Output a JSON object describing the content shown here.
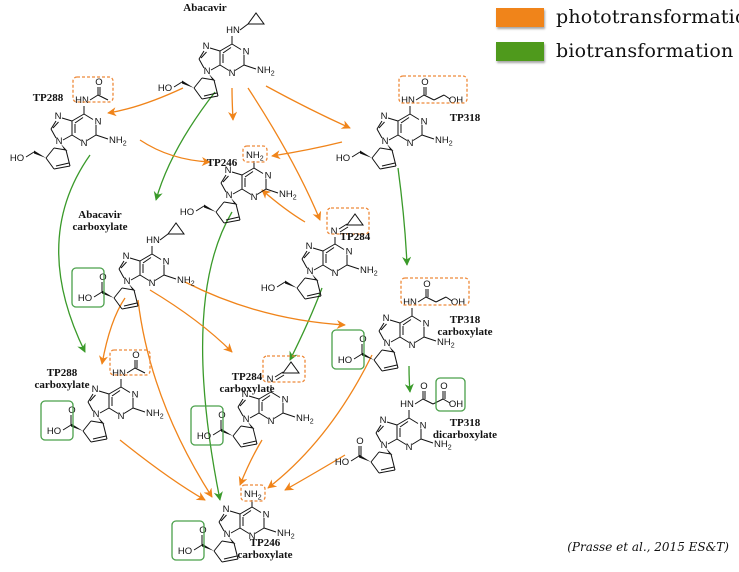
{
  "legend": {
    "items": [
      {
        "label": "phototransformation",
        "color": "#f0841a"
      },
      {
        "label": "biotransformation",
        "color": "#4f9a1c"
      }
    ]
  },
  "citation": "(Prasse et al., 2015 ES&T)",
  "colors": {
    "photo": "#f0841a",
    "bio": "#3a9a2a",
    "photo_box": "#ee8a3a",
    "bio_box": "#4aa04a",
    "structure": "#111111"
  },
  "compounds": [
    {
      "id": "abacavir",
      "name_lines": [
        "Abacavir"
      ],
      "n6_group": "cyclopropylamino",
      "side": "hydroxymethyl",
      "highlight_n6": "none",
      "highlight_side": "none"
    },
    {
      "id": "tp288",
      "name_lines": [
        "TP288"
      ],
      "n6_group": "acetamido",
      "side": "hydroxymethyl",
      "highlight_n6": "photo",
      "highlight_side": "none"
    },
    {
      "id": "tp246",
      "name_lines": [
        "TP246"
      ],
      "n6_group": "amino",
      "side": "hydroxymethyl",
      "highlight_n6": "photo",
      "highlight_side": "none"
    },
    {
      "id": "tp318",
      "name_lines": [
        "TP318"
      ],
      "n6_group": "hydroxypropanamido",
      "side": "hydroxymethyl",
      "highlight_n6": "photo",
      "highlight_side": "none"
    },
    {
      "id": "abacavir-carboxylate",
      "name_lines": [
        "Abacavir",
        "carboxylate"
      ],
      "n6_group": "cyclopropylamino",
      "side": "carboxyl",
      "highlight_n6": "none",
      "highlight_side": "bio"
    },
    {
      "id": "tp284",
      "name_lines": [
        "TP284"
      ],
      "n6_group": "cyclopropylidene-imine",
      "side": "hydroxymethyl",
      "highlight_n6": "photo",
      "highlight_side": "none"
    },
    {
      "id": "tp318-carboxylate",
      "name_lines": [
        "TP318",
        "carboxylate"
      ],
      "n6_group": "hydroxypropanamido",
      "side": "carboxyl",
      "highlight_n6": "photo",
      "highlight_side": "bio"
    },
    {
      "id": "tp288-carboxylate",
      "name_lines": [
        "TP288",
        "carboxylate"
      ],
      "n6_group": "acetamido",
      "side": "carboxyl",
      "highlight_n6": "photo",
      "highlight_side": "bio"
    },
    {
      "id": "tp284-carboxylate",
      "name_lines": [
        "TP284",
        "carboxylate"
      ],
      "n6_group": "cyclopropylidene-imine",
      "side": "carboxyl",
      "highlight_n6": "photo",
      "highlight_side": "bio"
    },
    {
      "id": "tp318-dicarboxylate",
      "name_lines": [
        "TP318",
        "dicarboxylate"
      ],
      "n6_group": "malonamic-acid",
      "side": "carboxyl",
      "highlight_n6": "bio-terminal",
      "highlight_side": "none"
    },
    {
      "id": "tp246-carboxylate",
      "name_lines": [
        "TP246",
        "carboxylate"
      ],
      "n6_group": "amino",
      "side": "carboxyl",
      "highlight_n6": "photo",
      "highlight_side": "bio"
    }
  ],
  "atom_labels": {
    "N": "N",
    "NH": "HN",
    "NH2": "NH",
    "NH2_sub": "2",
    "HO": "HO",
    "OH": "OH",
    "O": "O"
  },
  "transformations": [
    {
      "from": "abacavir",
      "to": "tp288",
      "type": "photo"
    },
    {
      "from": "abacavir",
      "to": "tp246",
      "type": "photo"
    },
    {
      "from": "abacavir",
      "to": "tp318",
      "type": "photo"
    },
    {
      "from": "abacavir",
      "to": "tp284",
      "type": "photo"
    },
    {
      "from": "abacavir",
      "to": "abacavir-carboxylate",
      "type": "bio"
    },
    {
      "from": "tp288",
      "to": "tp246",
      "type": "photo"
    },
    {
      "from": "tp318",
      "to": "tp246",
      "type": "photo"
    },
    {
      "from": "tp284",
      "to": "tp246",
      "type": "photo"
    },
    {
      "from": "tp288",
      "to": "tp288-carboxylate",
      "type": "bio"
    },
    {
      "from": "tp246",
      "to": "tp246-carboxylate",
      "type": "bio"
    },
    {
      "from": "tp318",
      "to": "tp318-carboxylate",
      "type": "bio"
    },
    {
      "from": "tp284",
      "to": "tp284-carboxylate",
      "type": "bio"
    },
    {
      "from": "abacavir-carboxylate",
      "to": "tp288-carboxylate",
      "type": "photo"
    },
    {
      "from": "abacavir-carboxylate",
      "to": "tp284-carboxylate",
      "type": "photo"
    },
    {
      "from": "abacavir-carboxylate",
      "to": "tp318-carboxylate",
      "type": "photo"
    },
    {
      "from": "abacavir-carboxylate",
      "to": "tp246-carboxylate",
      "type": "photo"
    },
    {
      "from": "tp318-carboxylate",
      "to": "tp318-dicarboxylate",
      "type": "bio"
    },
    {
      "from": "tp288-carboxylate",
      "to": "tp246-carboxylate",
      "type": "photo"
    },
    {
      "from": "tp284-carboxylate",
      "to": "tp246-carboxylate",
      "type": "photo"
    },
    {
      "from": "tp318-carboxylate",
      "to": "tp246-carboxylate",
      "type": "photo"
    },
    {
      "from": "tp318-dicarboxylate",
      "to": "tp246-carboxylate",
      "type": "photo"
    }
  ]
}
